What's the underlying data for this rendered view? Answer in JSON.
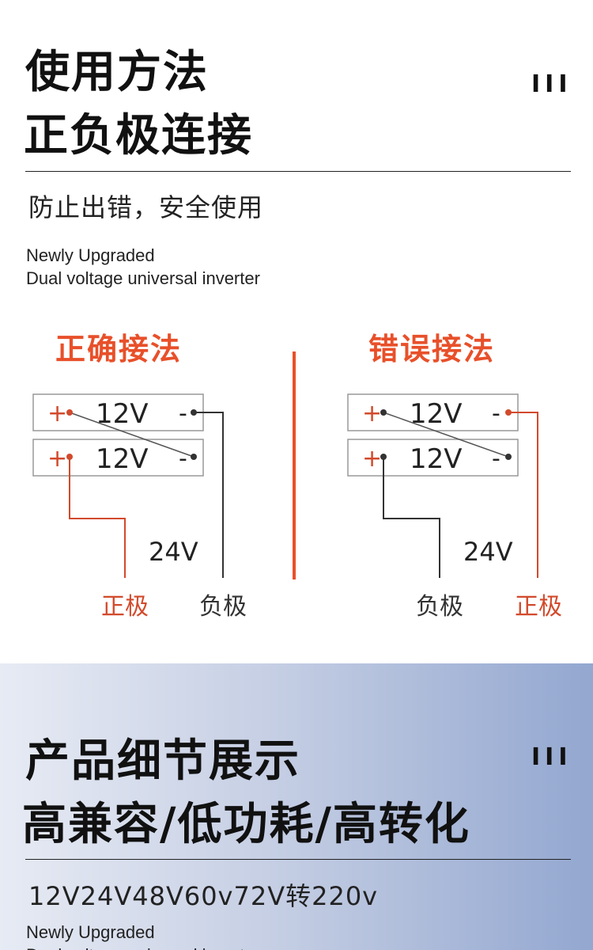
{
  "section1": {
    "title_line1": "使用方法",
    "title_line2": "正负极连接",
    "bars": "III",
    "subtitle": "防止出错，安全使用",
    "en_line1": "Newly Upgraded",
    "en_line2": "Dual voltage universal inverter"
  },
  "diagram": {
    "correct_title": "正确接法",
    "wrong_title": "错误接法",
    "battery_voltage": "12V",
    "total_voltage": "24V",
    "plus": "+",
    "minus": "-",
    "positive_label": "正极",
    "negative_label": "负极",
    "colors": {
      "accent": "#e8502a",
      "wire_red": "#d24a2c",
      "wire_dark": "#333333"
    }
  },
  "section2": {
    "title_line1": "产品细节展示",
    "title_line2": "高兼容/低功耗/高转化",
    "bars": "III",
    "subtitle": "12V24V48V60v72V转220v",
    "en_line1": "Newly Upgraded",
    "en_line2": "Dual voltage universal inverter"
  }
}
